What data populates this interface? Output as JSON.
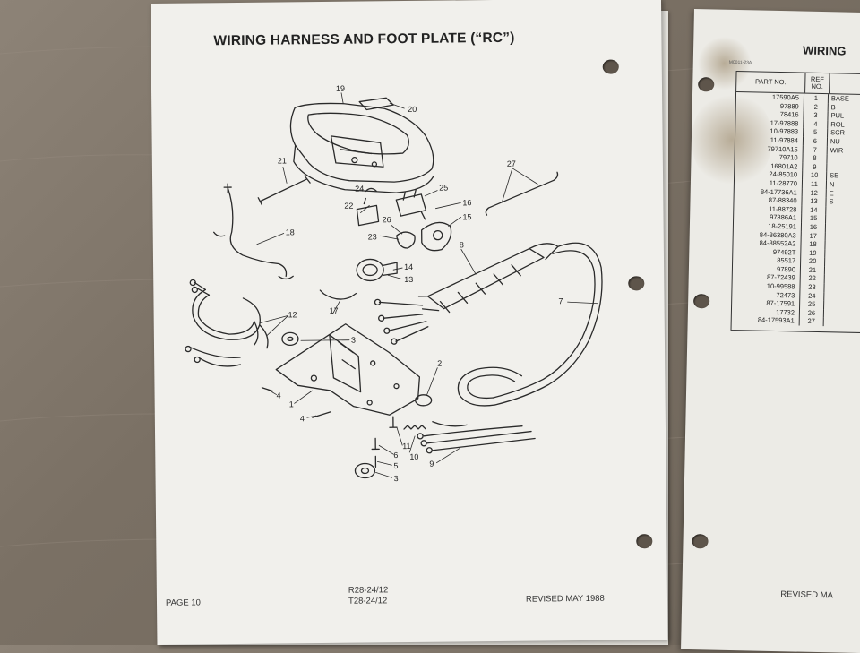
{
  "left_page": {
    "title": "WIRING HARNESS AND FOOT PLATE (“RC”)",
    "footer_page": "PAGE 10",
    "footer_model_1": "R28-24/12",
    "footer_model_2": "T28-24/12",
    "footer_revised": "REVISED MAY 1988",
    "callouts": [
      "19",
      "20",
      "21",
      "24",
      "25",
      "22",
      "16",
      "26",
      "15",
      "23",
      "27",
      "18",
      "8",
      "14",
      "13",
      "7",
      "12",
      "17",
      "3",
      "2",
      "4",
      "1",
      "4",
      "11",
      "6",
      "10",
      "5",
      "9",
      "3"
    ]
  },
  "right_page": {
    "title": "WIRING",
    "doc_code": "M0011-23A",
    "table": {
      "col_part": "PART NO.",
      "col_ref": "REF NO.",
      "rows": [
        {
          "part": "17590A5",
          "ref": "1",
          "desc": "BASE"
        },
        {
          "part": "97889",
          "ref": "2",
          "desc": "B"
        },
        {
          "part": "78416",
          "ref": "3",
          "desc": "PUL"
        },
        {
          "part": "17-97888",
          "ref": "4",
          "desc": "ROL"
        },
        {
          "part": "10-97883",
          "ref": "5",
          "desc": "SCR"
        },
        {
          "part": "11-97884",
          "ref": "6",
          "desc": "NU"
        },
        {
          "part": "79710A15",
          "ref": "7",
          "desc": "WIR"
        },
        {
          "part": "79710",
          "ref": "8",
          "desc": ""
        },
        {
          "part": "16801A2",
          "ref": "9",
          "desc": ""
        },
        {
          "part": "24-85010",
          "ref": "10",
          "desc": "SE"
        },
        {
          "part": "11-28770",
          "ref": "11",
          "desc": "N"
        },
        {
          "part": "84-17736A1",
          "ref": "12",
          "desc": "E"
        },
        {
          "part": "87-88340",
          "ref": "13",
          "desc": "S"
        },
        {
          "part": "11-88728",
          "ref": "14",
          "desc": ""
        },
        {
          "part": "97886A1",
          "ref": "15",
          "desc": ""
        },
        {
          "part": "18-25191",
          "ref": "16",
          "desc": ""
        },
        {
          "part": "84-86380A3",
          "ref": "17",
          "desc": ""
        },
        {
          "part": "84-88552A2",
          "ref": "18",
          "desc": ""
        },
        {
          "part": "97492T",
          "ref": "19",
          "desc": ""
        },
        {
          "part": "85517",
          "ref": "20",
          "desc": ""
        },
        {
          "part": "97890",
          "ref": "21",
          "desc": ""
        },
        {
          "part": "87-72439",
          "ref": "22",
          "desc": ""
        },
        {
          "part": "10-99588",
          "ref": "23",
          "desc": ""
        },
        {
          "part": "72473",
          "ref": "24",
          "desc": ""
        },
        {
          "part": "87-17591",
          "ref": "25",
          "desc": ""
        },
        {
          "part": "17732",
          "ref": "26",
          "desc": ""
        },
        {
          "part": "84-17593A1",
          "ref": "27",
          "desc": ""
        }
      ]
    },
    "footer_revised": "REVISED MA"
  }
}
